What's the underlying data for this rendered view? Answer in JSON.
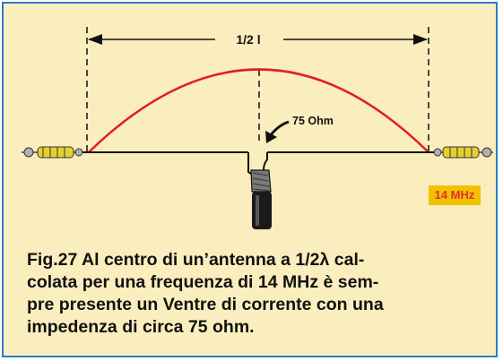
{
  "figure": {
    "dimension_label": "1/2 l",
    "impedance_label": "75 Ohm",
    "frequency_badge": "14 MHz",
    "caption_lines": [
      "Fig.27 Al centro di un’antenna a 1/2λ cal-",
      "colata per una frequenza di 14 MHz è sem-",
      "pre presente un Ventre di corrente con una",
      "impedenza di circa 75 ohm."
    ]
  },
  "colors": {
    "panel_background": "#fbeebe",
    "frame_border": "#2a7fc4",
    "current_curve": "#e02020",
    "badge_background": "#f2c200",
    "badge_text": "#e03030",
    "wire": "#111111"
  },
  "icons": [
    "left-insulator-icon",
    "right-insulator-icon",
    "feed-arrow-icon",
    "coax-cable-icon"
  ]
}
